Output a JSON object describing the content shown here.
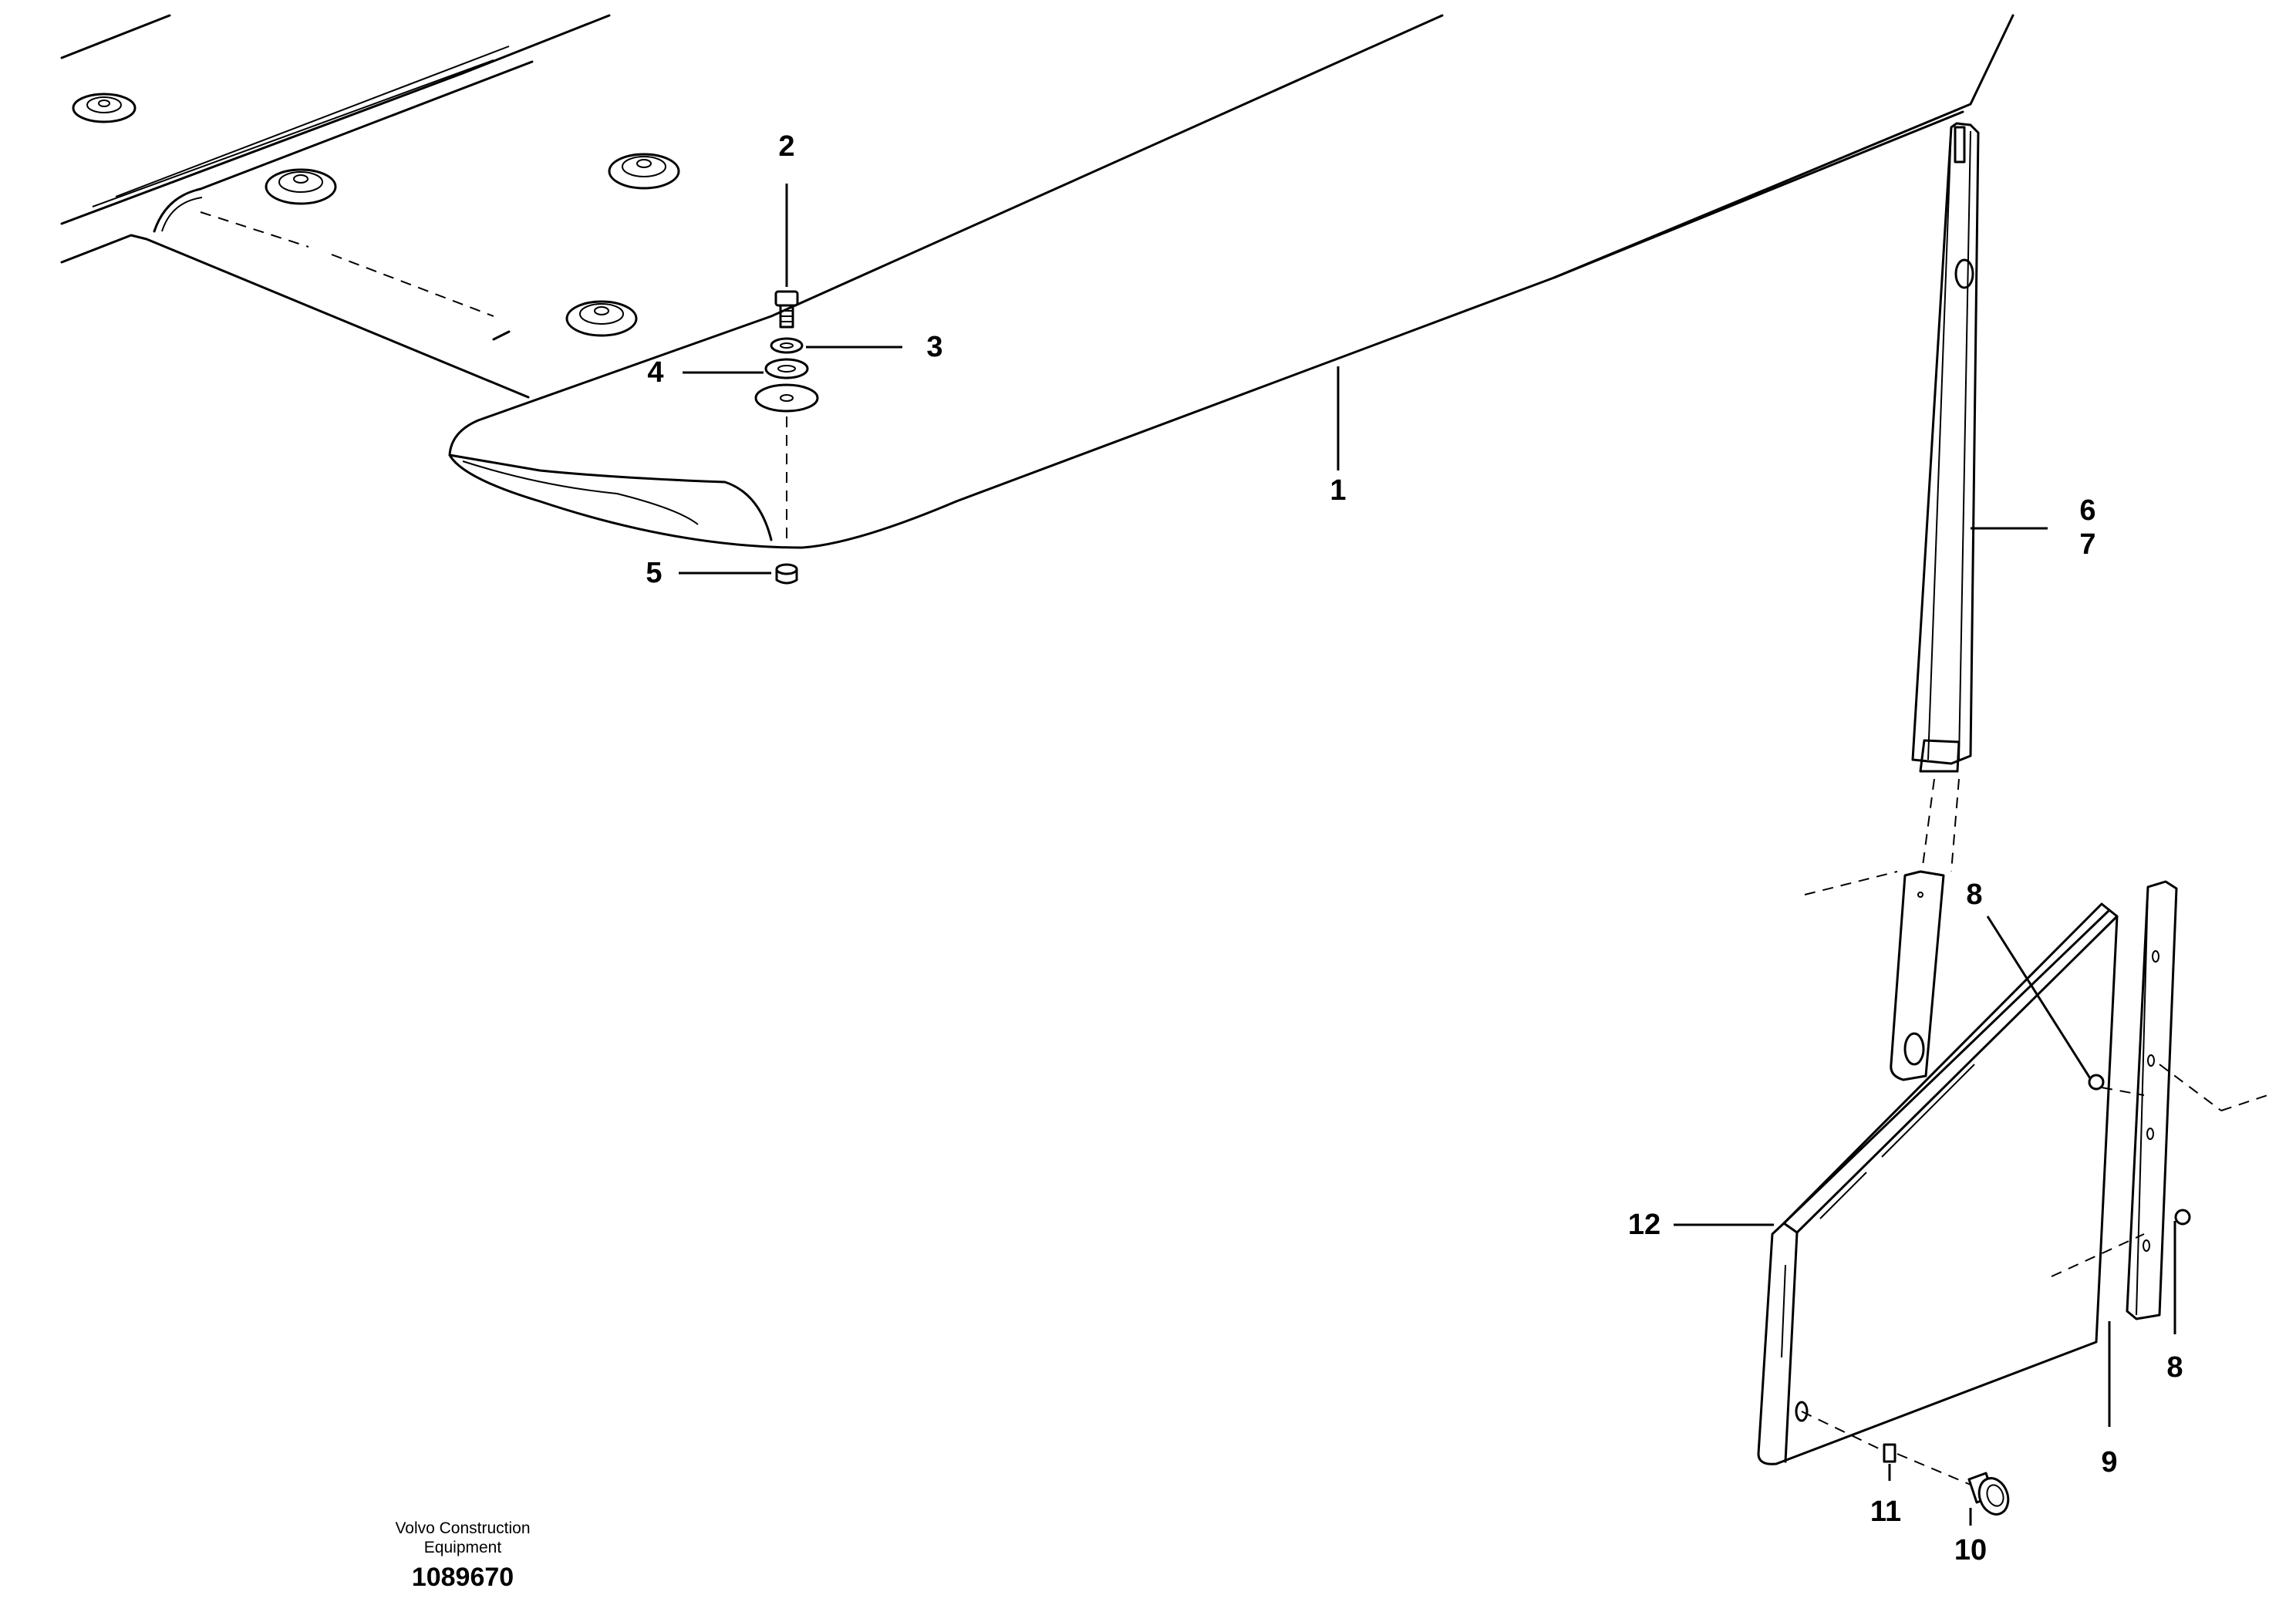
{
  "callouts": {
    "c1": "1",
    "c2": "2",
    "c3": "3",
    "c4": "4",
    "c5": "5",
    "c6": "6",
    "c7": "7",
    "c8a": "8",
    "c8b": "8",
    "c9": "9",
    "c10": "10",
    "c11": "11",
    "c12": "12"
  },
  "footer": {
    "brand_line1": "Volvo Construction",
    "brand_line2": "Equipment",
    "drawing_number": "1089670"
  }
}
